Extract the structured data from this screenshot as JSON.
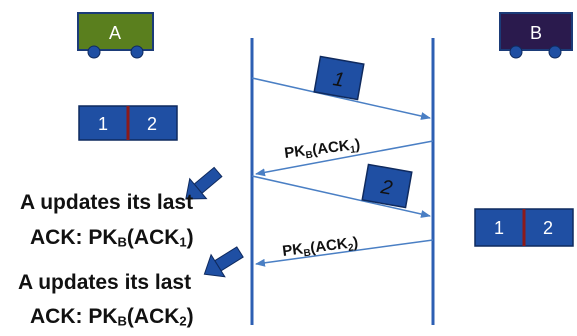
{
  "colors": {
    "node_a": "#5a7f1e",
    "node_b": "#2a1a4d",
    "packet_blue": "#1f4fa3",
    "divider_red": "#8b1a1a",
    "timeline": "#2d5fb3",
    "arrow": "#4a7fc4",
    "text": "#111111"
  },
  "nodes": {
    "a": {
      "label": "A"
    },
    "b": {
      "label": "B"
    }
  },
  "buffer_a": {
    "left": "1",
    "right": "2"
  },
  "buffer_b": {
    "left": "1",
    "right": "2"
  },
  "packets": [
    {
      "label": "1"
    },
    {
      "label": "2"
    }
  ],
  "acks": [
    {
      "prefix": "PK",
      "key_sub": "B",
      "mid": "(ACK",
      "num_sub": "1",
      "suffix": ")"
    },
    {
      "prefix": "PK",
      "key_sub": "B",
      "mid": "(ACK",
      "num_sub": "2",
      "suffix": ")"
    }
  ],
  "notes": [
    {
      "line1": "A  updates  its last",
      "line2_prefix": "ACK:  PK",
      "key_sub": "B",
      "mid": "(ACK",
      "num_sub": "1",
      "suffix": ")"
    },
    {
      "line1": "A updates  its last",
      "line2_prefix": "ACK:  PK",
      "key_sub": "B",
      "mid": "(ACK",
      "num_sub": "2",
      "suffix": ")"
    }
  ]
}
